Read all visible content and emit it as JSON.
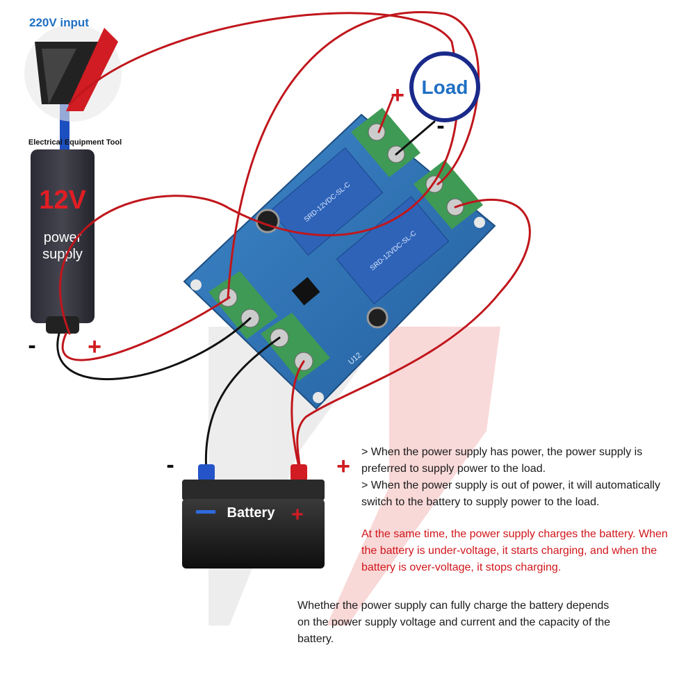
{
  "input_label": "220V input",
  "logo": {
    "caption": "Electrical Equipment Tool"
  },
  "power_supply": {
    "voltage": "12V",
    "line1": "power",
    "line2": "supply",
    "minus": "-",
    "plus": "+"
  },
  "load": {
    "label": "Load",
    "plus": "+",
    "minus": "-"
  },
  "battery": {
    "label": "Battery",
    "minus": "-",
    "plus": "+"
  },
  "relay_1_marking": "SRD-12VDC-SL-C",
  "relay_2_marking": "SRD-12VDC-SL-C",
  "board_marking": "U12",
  "notes": {
    "line1": "> When the power supply has power, the power supply is",
    "line2": "preferred to supply power to the load.",
    "line3": "> When the power supply is out of power, it will automatically",
    "line4": "switch to the battery to supply power to the load."
  },
  "red_note": {
    "line1": "At the same time, the power supply charges the battery. When",
    "line2": "the battery is under-voltage, it starts charging, and when the",
    "line3": "battery is over-voltage, it stops charging."
  },
  "footnote": {
    "line1": "Whether the power supply can fully charge the battery depends",
    "line2": "on the power supply voltage and current and the capacity of the",
    "line3": "battery."
  },
  "colors": {
    "wire_red": "#c0161c",
    "wire_black": "#111111",
    "pcb": "#2f73b5",
    "terminal": "#3f9a55",
    "relay": "#2e63b8",
    "accent_blue": "#1f6fc4"
  }
}
